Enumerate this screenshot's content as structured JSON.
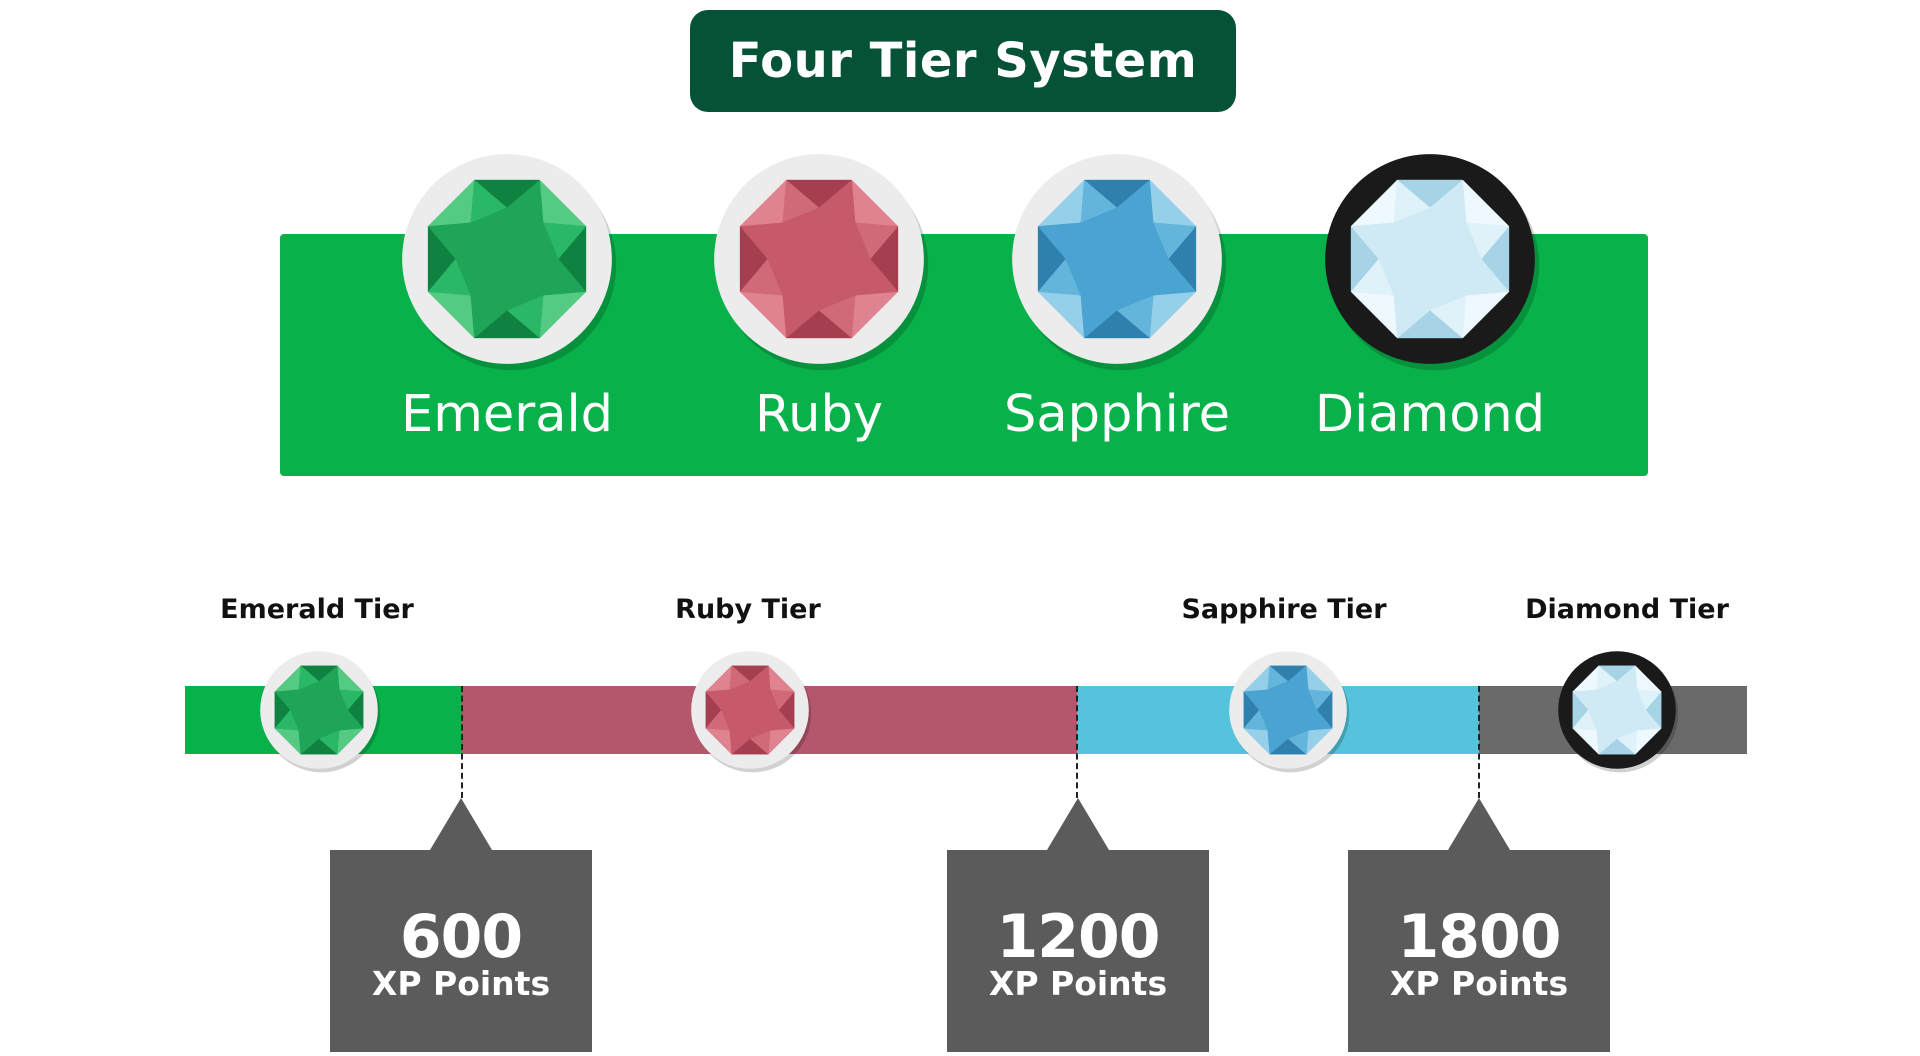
{
  "title": "Four Tier System",
  "tiers": [
    {
      "name": "Emerald",
      "tier_label": "Emerald Tier",
      "icon": "emerald-gem-icon",
      "color": "#1fa557"
    },
    {
      "name": "Ruby",
      "tier_label": "Ruby Tier",
      "icon": "ruby-gem-icon",
      "color": "#c65a6a"
    },
    {
      "name": "Sapphire",
      "tier_label": "Sapphire Tier",
      "icon": "sapphire-gem-icon",
      "color": "#3f97c8"
    },
    {
      "name": "Diamond",
      "tier_label": "Diamond Tier",
      "icon": "diamond-gem-icon",
      "color": "#cfeaf4"
    }
  ],
  "thresholds": [
    {
      "value": "600",
      "unit": "XP Points"
    },
    {
      "value": "1200",
      "unit": "XP Points"
    },
    {
      "value": "1800",
      "unit": "XP Points"
    }
  ],
  "colors": {
    "title_bg": "#055237",
    "band_green": "#08b14a",
    "bar_emerald": "#08b14a",
    "bar_ruby": "#b5576c",
    "bar_sapphire": "#55c3db",
    "bar_diamond": "#6a6a6a",
    "callout_bg": "#5b5b5b"
  }
}
